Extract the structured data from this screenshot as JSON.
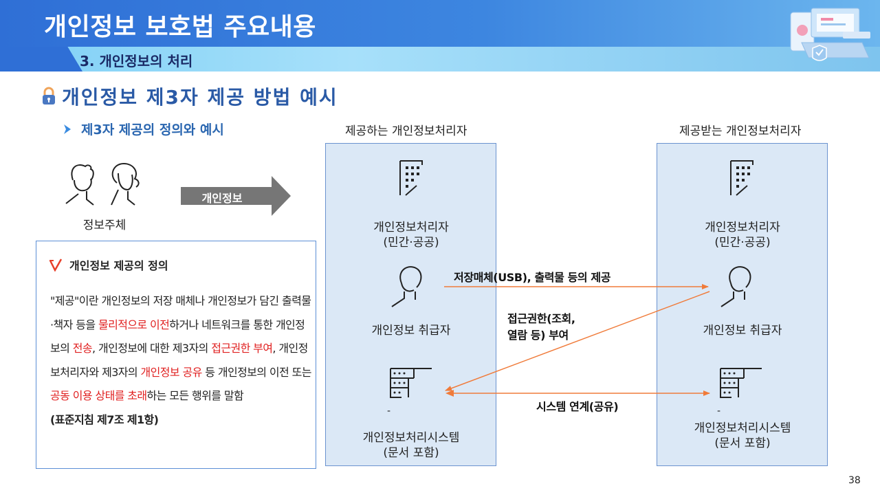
{
  "header": {
    "title": "개인정보 보호법 주요내용",
    "subtitle": "3. 개인정보의 처리"
  },
  "section": {
    "title": "개인정보 제3자 제공 방법 예시",
    "subtitle": "제3자 제공의 정의와 예시"
  },
  "subject": {
    "arrow_label": "개인정보",
    "label": "정보주체"
  },
  "definition": {
    "title": "개인정보 제공의 정의",
    "segments": {
      "s1": "\"제공\"이란 개인정보의 저장 매체나 개인정보가 담긴 출력물·책자 등을 ",
      "s2": "물리적으로  이전",
      "s3": "하거나 네트워크를 통한 개인정보의 ",
      "s4": "전송",
      "s5": ", 개인정보에 대한 제3자의 ",
      "s6": "접근권한 부여",
      "s7": ", 개인정보처리자와 제3자의 ",
      "s8": "개인정보 공유",
      "s9": " 등 개인정보의 이전 또는 ",
      "s10": "공동 이용 상태를 초래",
      "s11": "하는 모든 행위를 말함",
      "s12": "(표준지침 제7조 제1항)"
    }
  },
  "provider": {
    "heading": "제공하는 개인정보처리자",
    "processor": "개인정보처리자",
    "processor_sub": "(민간·공공)",
    "handler": "개인정보 취급자",
    "system_dash": "-",
    "system": "개인정보처리시스템",
    "system_sub": "(문서 포함)"
  },
  "receiver": {
    "heading": "제공받는 개인정보처리자",
    "processor": "개인정보처리자",
    "processor_sub": "(민간·공공)",
    "handler": "개인정보 취급자",
    "system_dash": "-",
    "system": "개인정보처리시스템",
    "system_sub": "(문서 포함)"
  },
  "flows": {
    "media": "저장매체(USB), 출력물 등의 제공",
    "access_line1": "접근권한(조회,",
    "access_line2": "열람 등) 부여",
    "system_link": "시스템 연계(공유)"
  },
  "page_number": "38",
  "colors": {
    "header_blue": "#2f6fd6",
    "title_blue": "#2a5aa6",
    "panel_fill": "#dbe8f6",
    "flow_orange": "#f07b3a",
    "highlight_red": "#e02020"
  },
  "icons": [
    "lock-icon",
    "chevron-right-icon",
    "person-icon",
    "building-icon",
    "server-icon",
    "check-icon"
  ]
}
